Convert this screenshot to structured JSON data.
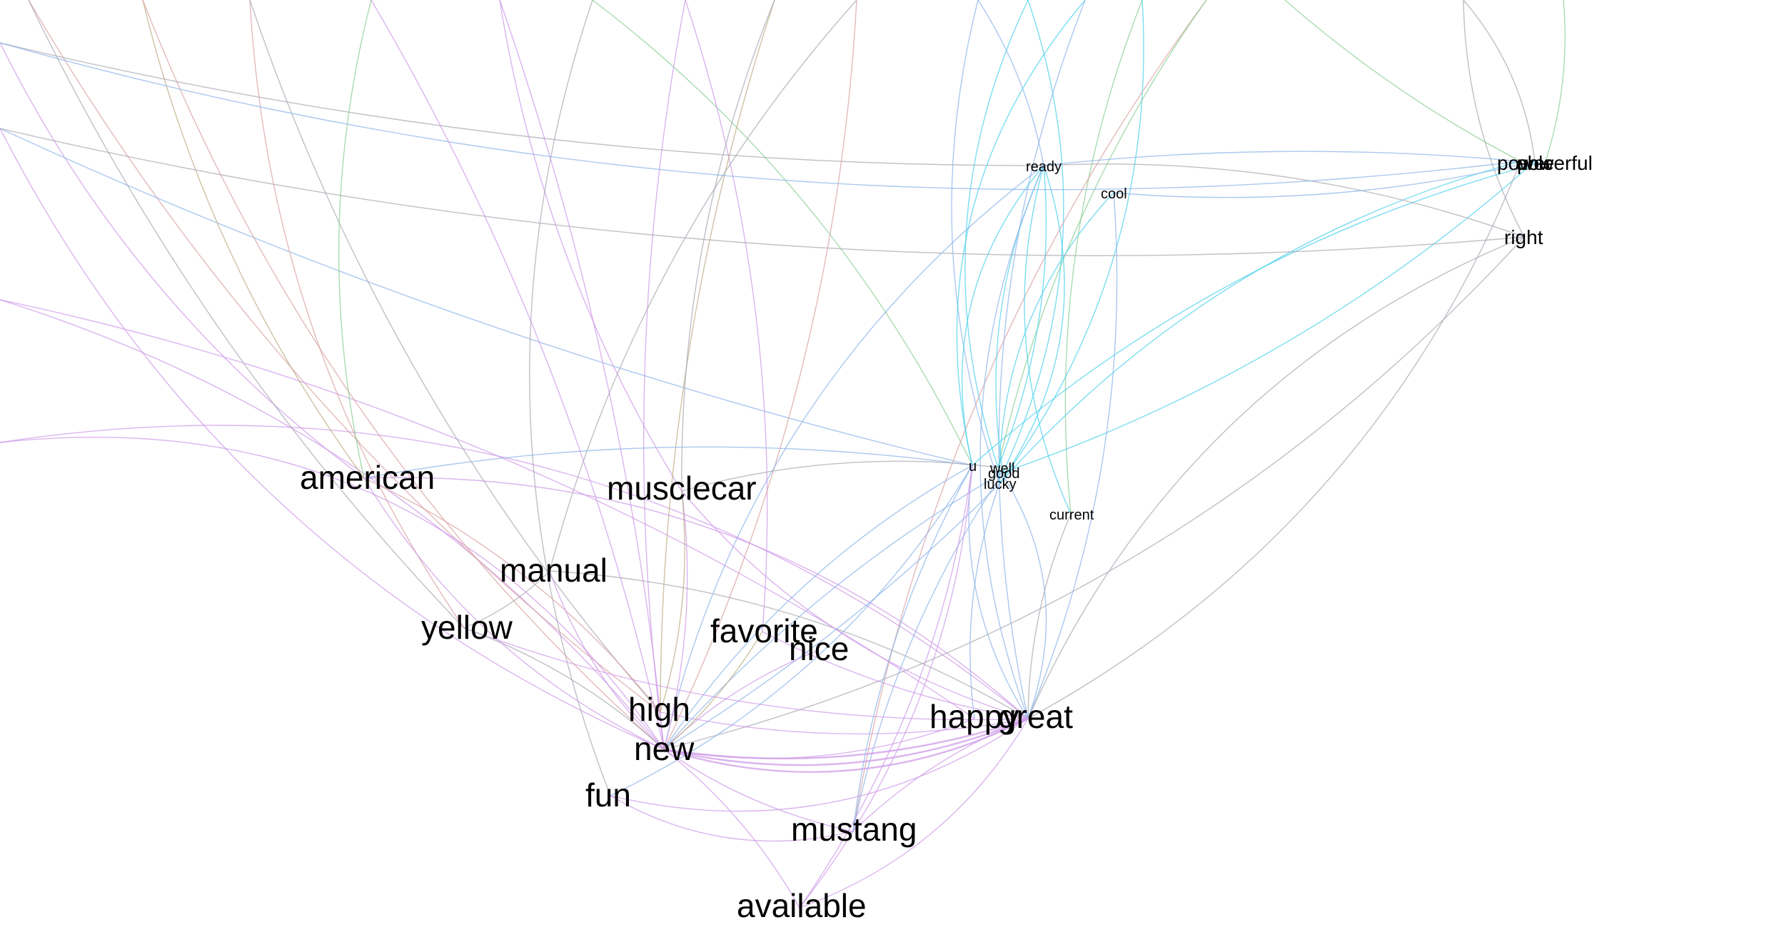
{
  "network": {
    "edge_colors": {
      "purple": "#cf9be8",
      "blue": "#8fb5ea",
      "cyan": "#4fd2ec",
      "green": "#8ccf95",
      "gray": "#a9a9b6",
      "rose": "#d9a3a3",
      "tan": "#bfae86"
    },
    "nodes": {
      "american": "american",
      "musclecar": "musclecar",
      "manual": "manual",
      "yellow": "yellow",
      "favorite": "favorite",
      "nice": "nice",
      "high": "high",
      "new": "new",
      "happy": "happy",
      "great": "great",
      "fun": "fun",
      "mustang": "mustang",
      "available": "available",
      "u": "u",
      "well": "well",
      "good": "good",
      "lucky": "lucky",
      "current": "current",
      "ready": "ready",
      "cool": "cool",
      "power": "power",
      "able": "able",
      "powerful": "powerful",
      "right": "right"
    }
  }
}
